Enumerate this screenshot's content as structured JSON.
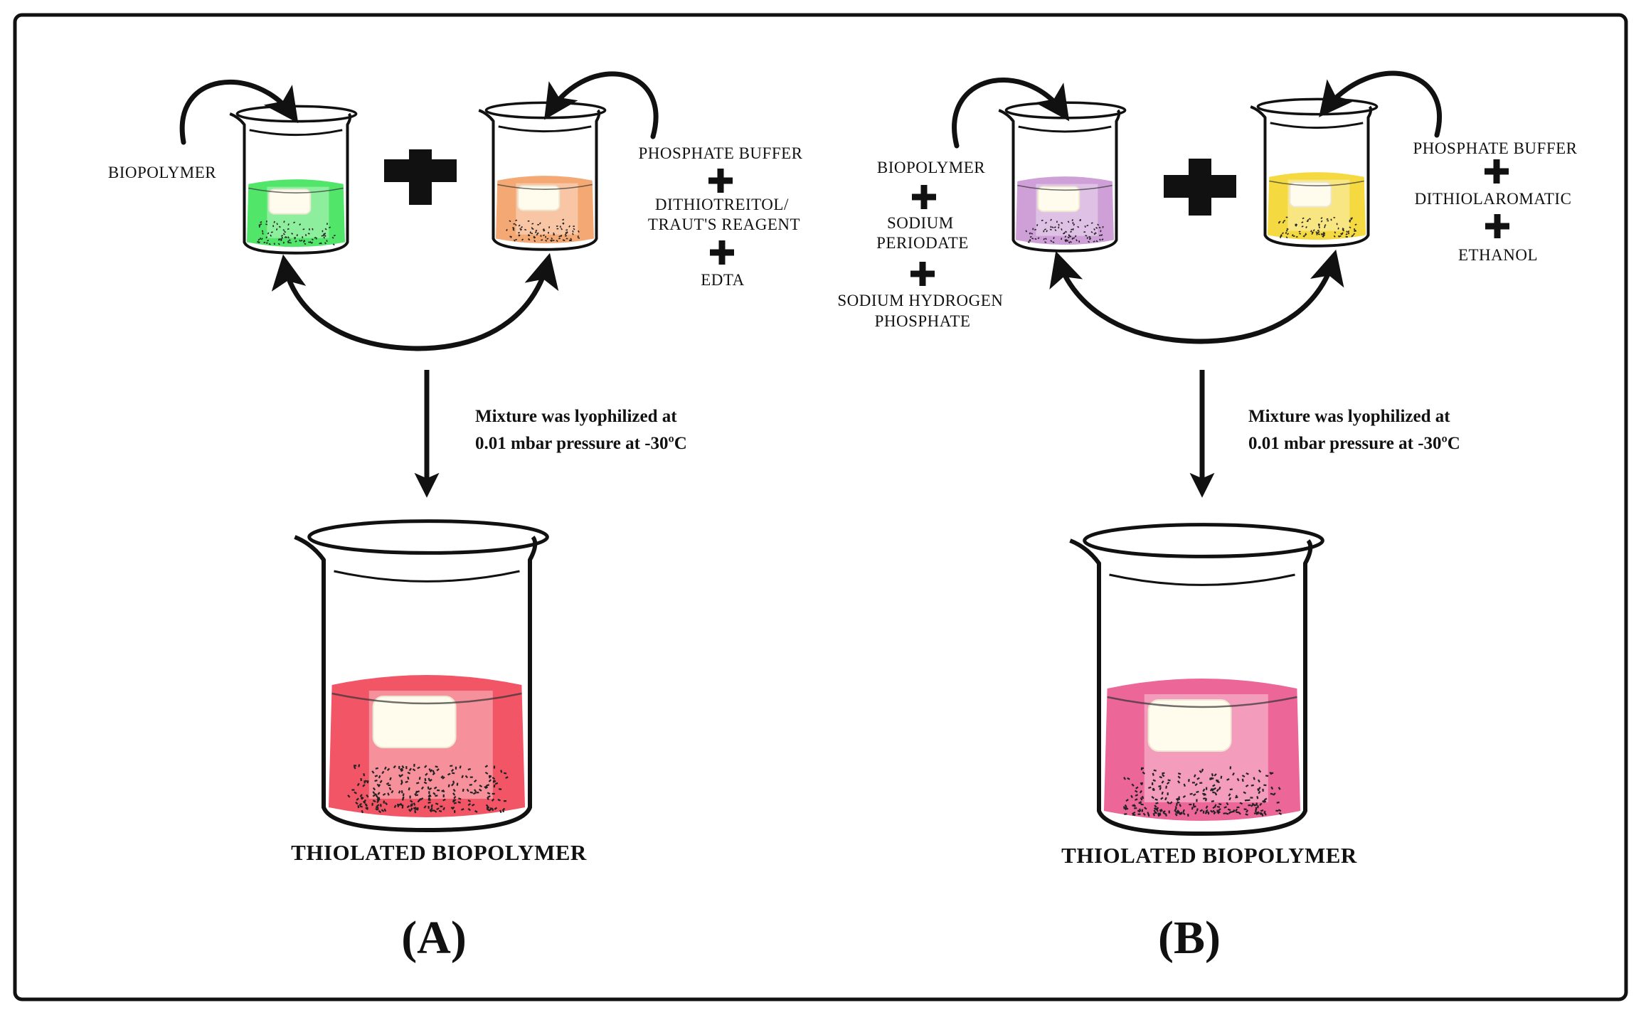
{
  "panels": [
    {
      "id": "A",
      "panel_label": "(A)",
      "reagents_left": [
        "BIOPOLYMER"
      ],
      "reagents_right": [
        "PHOSPHATE BUFFER",
        "DITHIOTREITOL/\nTRAUT'S REAGENT",
        "EDTA"
      ],
      "process_note": [
        "Mixture was lyophilized at",
        "0.01 mbar pressure at -30ºC"
      ],
      "product_label": "THIOLATED BIOPOLYMER",
      "colors": {
        "beaker_left": "#33e14f",
        "beaker_right": "#f39a5c",
        "product": "#f0374b"
      }
    },
    {
      "id": "B",
      "panel_label": "(B)",
      "reagents_left": [
        "BIOPOLYMER",
        "SODIUM\nPERIODATE",
        "SODIUM HYDROGEN\nPHOSPHATE"
      ],
      "reagents_right": [
        "PHOSPHATE BUFFER",
        "DITHIOLAROMATIC",
        "ETHANOL"
      ],
      "process_note": [
        "Mixture was lyophilized at",
        "0.01 mbar pressure at -30ºC"
      ],
      "product_label": "THIOLATED BIOPOLYMER",
      "colors": {
        "beaker_left": "#c58fd0",
        "beaker_right": "#f3d21e",
        "product": "#e94d86"
      }
    }
  ],
  "icons": [
    "plus-icon",
    "arrow-icon",
    "beaker-icon",
    "curved-arrow-icon"
  ]
}
